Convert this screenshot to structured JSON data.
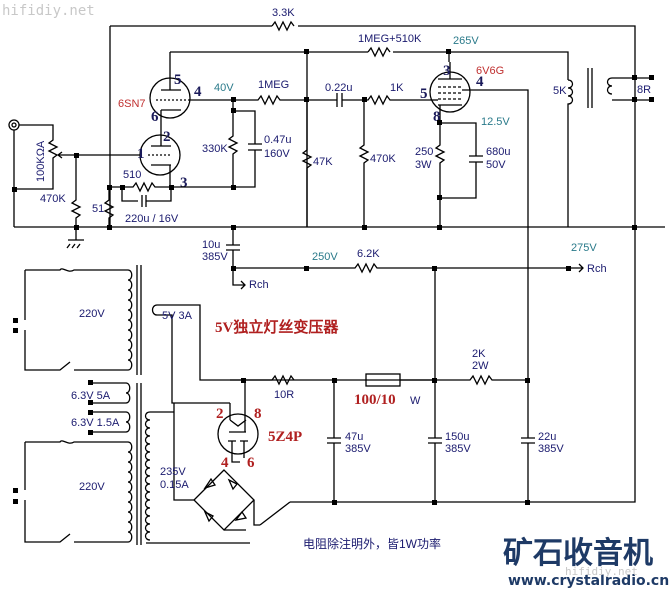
{
  "watermark": {
    "top_left": "hifidiy.net",
    "bottom_right": "hifidiy.net"
  },
  "logo": {
    "title": "矿石收音机",
    "url": "www.crystalradio.cn"
  },
  "note": "电阻除注明外，皆1W功率",
  "heading_red": "5V独立灯丝变压器",
  "tubes": {
    "driver": {
      "name": "6SN7",
      "pins": [
        "5",
        "4",
        "6",
        "2",
        "1",
        "3"
      ]
    },
    "output": {
      "name": "6V6G",
      "pins": [
        "3",
        "4",
        "5",
        "8"
      ]
    },
    "rectifier": {
      "name": "5Z4P",
      "pins": [
        "2",
        "8",
        "4",
        "6"
      ]
    }
  },
  "components": {
    "r_feedback": "3.3K",
    "r_screen": "1MEG+510K",
    "r_plate": "1MEG",
    "c_coupling": "0.22u",
    "r_grid_stop": "1K",
    "r_330k": "330K",
    "c_047_val": "0.47u",
    "c_047_volt": "160V",
    "r_47k": "47K",
    "r_470k_grid": "470K",
    "r_250_val": "250",
    "r_250_w": "3W",
    "c_680_val": "680u",
    "c_680_volt": "50V",
    "pot": "100KΩA",
    "r_470k_in": "470K",
    "r_510": "510",
    "r_51": "51",
    "c_220": "220u / 16V",
    "c_10_val": "10u",
    "c_10_volt": "385V",
    "r_62k": "6.2K",
    "ot_primary": "5K",
    "ot_secondary": "8R",
    "r_10r": "10R",
    "r_100": "100/10",
    "r_100_w": "W",
    "r_2k_val": "2K",
    "r_2k_w": "2W",
    "c_47_val": "47u",
    "c_47_volt": "385V",
    "c_150_val": "150u",
    "c_150_volt": "385V",
    "c_22_val": "22u",
    "c_22_volt": "385V"
  },
  "voltages": {
    "v40": "40V",
    "v265": "265V",
    "v12_5": "12.5V",
    "v250": "250V",
    "v275": "275V"
  },
  "rch": [
    "Rch",
    "Rch"
  ],
  "transformers": {
    "filament": {
      "primary": "220V",
      "secondary": "5V 3A"
    },
    "power": {
      "primary": "220V",
      "heater1": "6.3V  5A",
      "heater2": "6.3V 1.5A",
      "hv": "235V",
      "hv_current": "0.15A"
    }
  }
}
